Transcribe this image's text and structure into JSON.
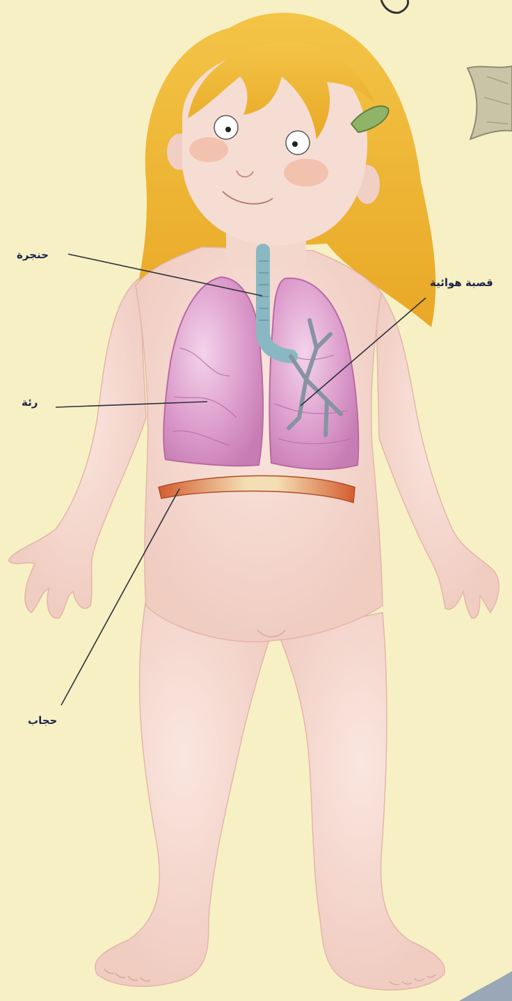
{
  "labels": {
    "larynx": "حنجرة",
    "bronchi": "قصبة هوائية",
    "lung": "رئة",
    "diaphragm": "حجاب"
  },
  "colors": {
    "background": "#f7f0c4",
    "skin": "#f6dcd2",
    "hair": "#f0ba3c",
    "lung": "#dc9ccc",
    "trachea": "#9cc6cf",
    "diaphragm": "#d8693c",
    "label_text": "#1c2347"
  }
}
